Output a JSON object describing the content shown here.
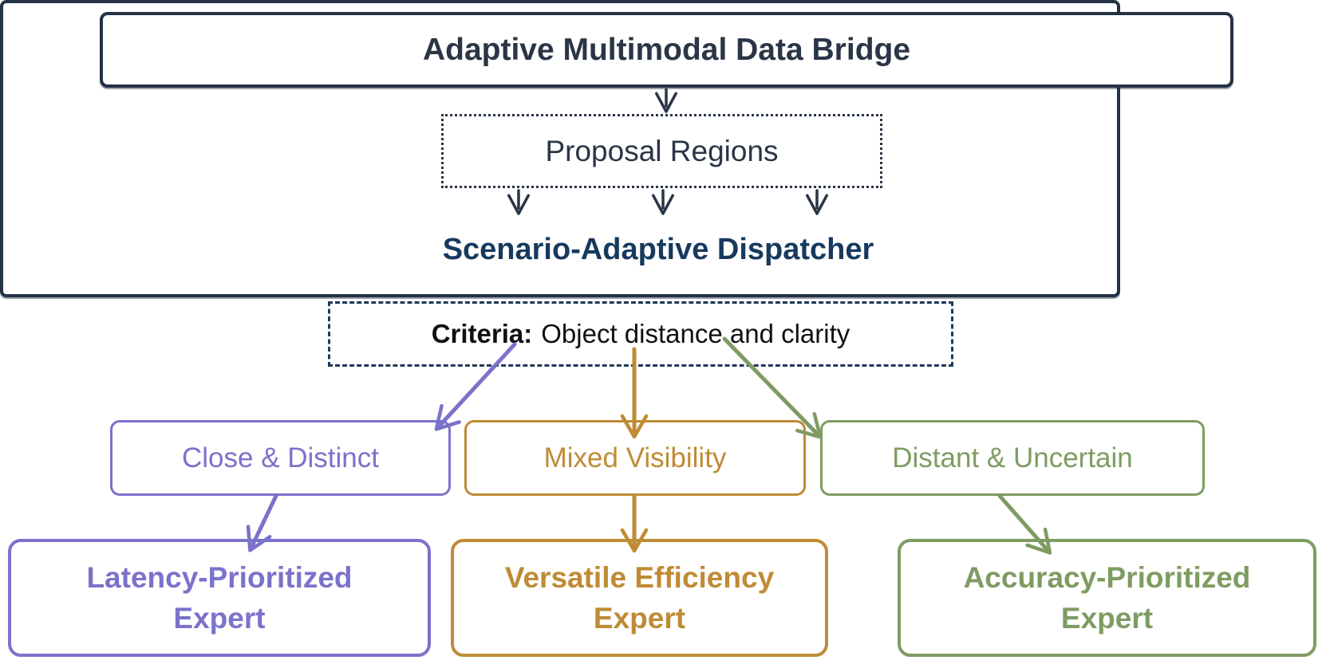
{
  "bridge": {
    "title": "Adaptive Multimodal Data Bridge"
  },
  "proposal": {
    "label": "Proposal Regions"
  },
  "dispatcher": {
    "title": "Scenario-Adaptive Dispatcher",
    "criteria_label": "Criteria:",
    "criteria_text": "Object distance and clarity",
    "scenarios": [
      {
        "label": "Close & Distinct",
        "color": "#7b72cb"
      },
      {
        "label": "Mixed Visibility",
        "color": "#bf8b35"
      },
      {
        "label": "Distant & Uncertain",
        "color": "#7e9c62"
      }
    ]
  },
  "experts": [
    {
      "line1": "Latency-Prioritized",
      "line2": "Expert",
      "color": "#7b72cb"
    },
    {
      "line1": "Versatile Efficiency",
      "line2": "Expert",
      "color": "#bf8b35"
    },
    {
      "line1": "Accuracy-Prioritized",
      "line2": "Expert",
      "color": "#7e9c62"
    }
  ],
  "colors": {
    "dark_navy": "#2a3547",
    "box_border": "#243246",
    "dispatcher_title_blue": "#17395e",
    "criteria_text_black": "#101010",
    "purple_accent": "#7b72cb",
    "gold_accent": "#bf8b35",
    "green_accent": "#7e9c62",
    "background": "#ffffff"
  }
}
